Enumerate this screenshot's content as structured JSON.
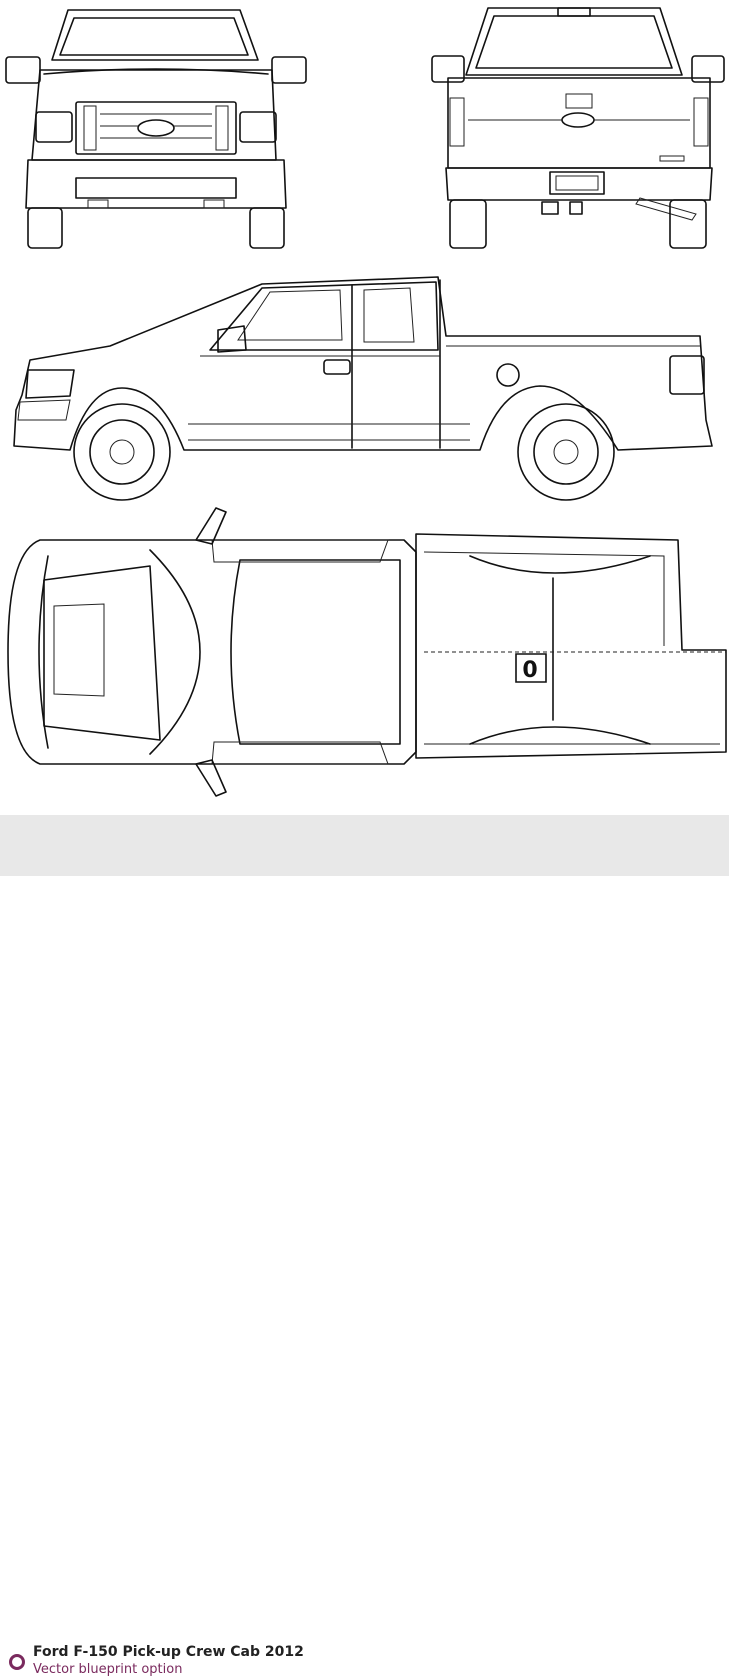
{
  "blueprint": {
    "views": [
      "front-view",
      "rear-view",
      "side-view",
      "top-view"
    ],
    "bed_marker": "0"
  },
  "caption": {
    "title": "Ford F-150 Pick-up Crew Cab 2012",
    "subtitle": "Vector blueprint option",
    "accent_color": "#7a2a5e"
  }
}
